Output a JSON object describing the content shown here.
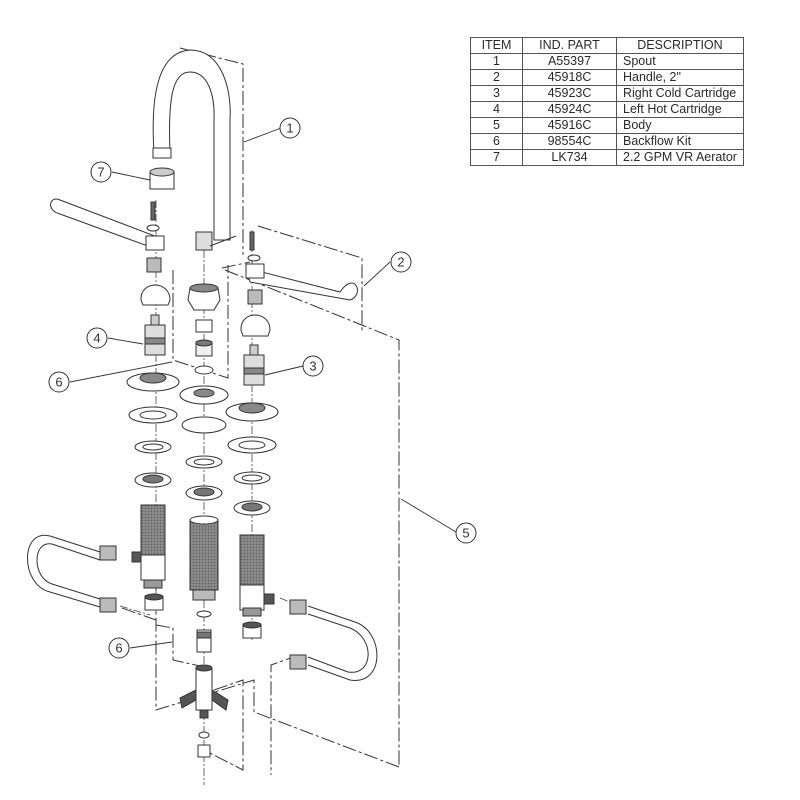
{
  "title": "Faucet exploded parts diagram",
  "table": {
    "headers": [
      "ITEM",
      "IND. PART",
      "DESCRIPTION"
    ],
    "rows": [
      {
        "item": "1",
        "part": "A55397",
        "description": "Spout"
      },
      {
        "item": "2",
        "part": "45918C",
        "description": "Handle, 2\""
      },
      {
        "item": "3",
        "part": "45923C",
        "description": "Right Cold Cartridge"
      },
      {
        "item": "4",
        "part": "45924C",
        "description": "Left Hot Cartridge"
      },
      {
        "item": "5",
        "part": "45916C",
        "description": "Body"
      },
      {
        "item": "6",
        "part": "98554C",
        "description": "Backflow Kit"
      },
      {
        "item": "7",
        "part": "LK734",
        "description": "2.2 GPM VR Aerator"
      }
    ]
  },
  "callouts": {
    "c1": "1",
    "c2": "2",
    "c3": "3",
    "c4": "4",
    "c5": "5",
    "c6_upper": "6",
    "c6_lower": "6",
    "c7": "7"
  }
}
